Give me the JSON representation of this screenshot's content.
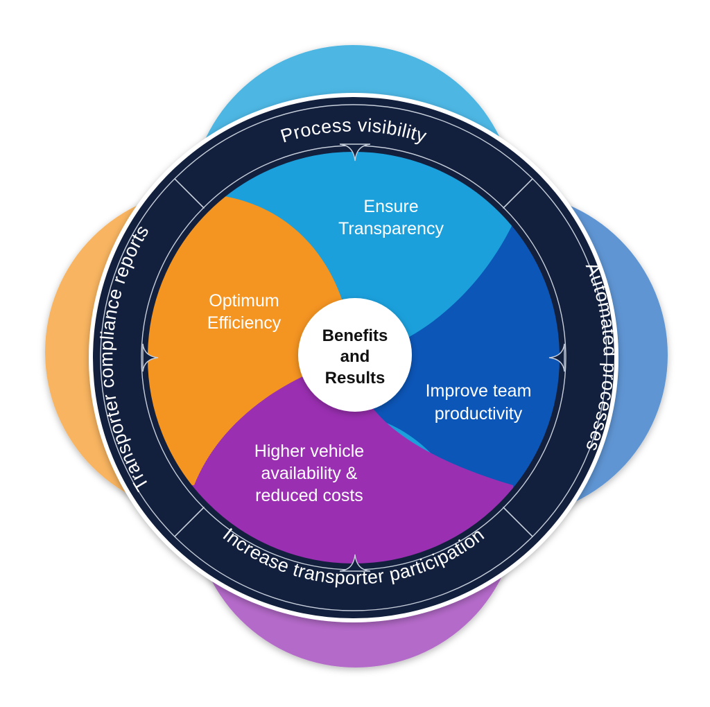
{
  "center": {
    "line1": "Benefits",
    "line2": "and",
    "line3": "Results"
  },
  "ring": {
    "top": "Process visibility",
    "right": "Automated processes",
    "bottom": "Increase transporter participation",
    "left": "Transporter compliance reports"
  },
  "segments": {
    "top": {
      "line1": "Ensure",
      "line2": "Transparency"
    },
    "right": {
      "line1": "Improve team",
      "line2": "productivity"
    },
    "bottom": {
      "line1": "Higher vehicle",
      "line2": "availability &",
      "line3": "reduced costs"
    },
    "left": {
      "line1": "Optimum",
      "line2": "Efficiency"
    }
  },
  "colors": {
    "top": "#1ba0dc",
    "right": "#0c56b8",
    "bottom": "#9a2fb1",
    "left": "#f49421",
    "ring": "#13203d",
    "outer_top": "#4db6e3",
    "outer_right": "#5f95d3",
    "outer_bottom": "#b46bc9",
    "outer_left": "#f8b461"
  }
}
